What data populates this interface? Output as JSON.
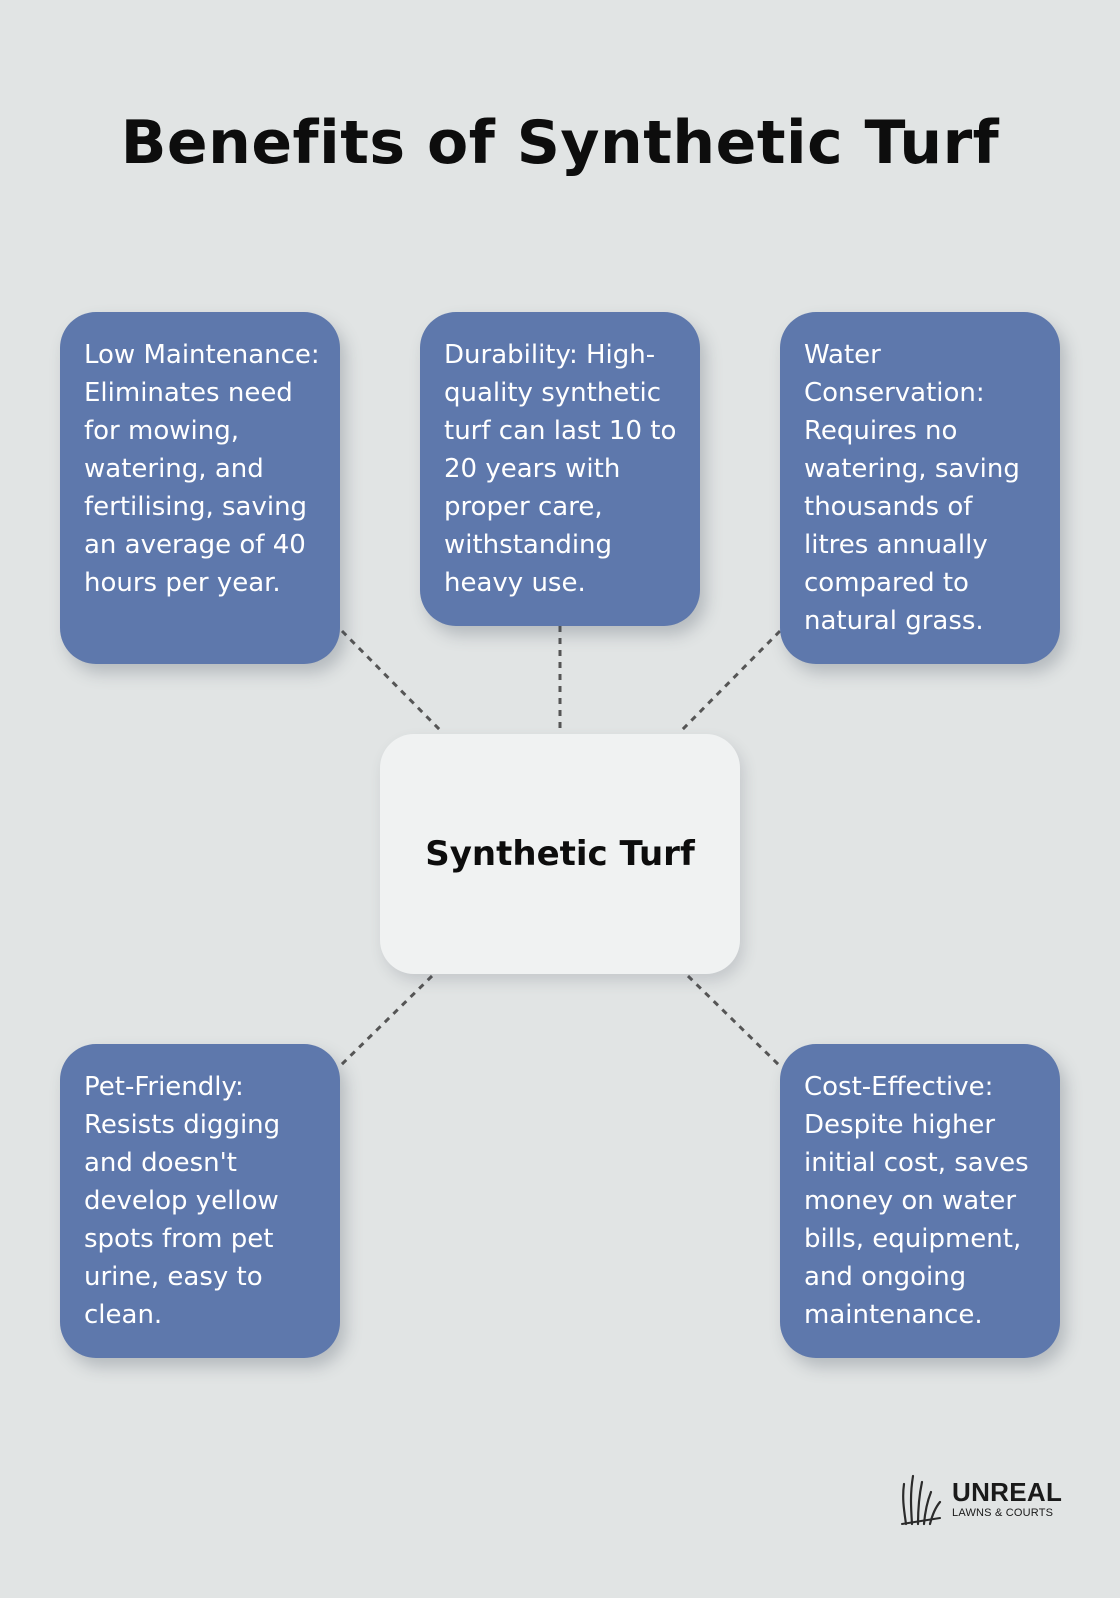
{
  "title": "Benefits of Synthetic Turf",
  "center": {
    "label": "Synthetic Turf"
  },
  "benefits": [
    {
      "text": "Low Maintenance: Eliminates need for mowing, watering, and fertilising, saving an average of 40 hours per year."
    },
    {
      "text": "Durability: High-quality synthetic turf can last 10 to 20 years with proper care, withstanding heavy use."
    },
    {
      "text": "Water Conservation: Requires no watering, saving thousands of litres annually compared to natural grass."
    },
    {
      "text": "Pet-Friendly: Resists digging and doesn't develop yellow spots from pet urine, easy to clean."
    },
    {
      "text": "Cost-Effective: Despite higher initial cost, saves money on water bills, equipment, and ongoing maintenance."
    }
  ],
  "logo": {
    "brand": "UNREAL",
    "subtitle": "LAWNS & COURTS"
  },
  "colors": {
    "background": "#e1e4e4",
    "box": "#5e78ac",
    "center_box": "#f0f2f2",
    "connector": "#555555"
  }
}
